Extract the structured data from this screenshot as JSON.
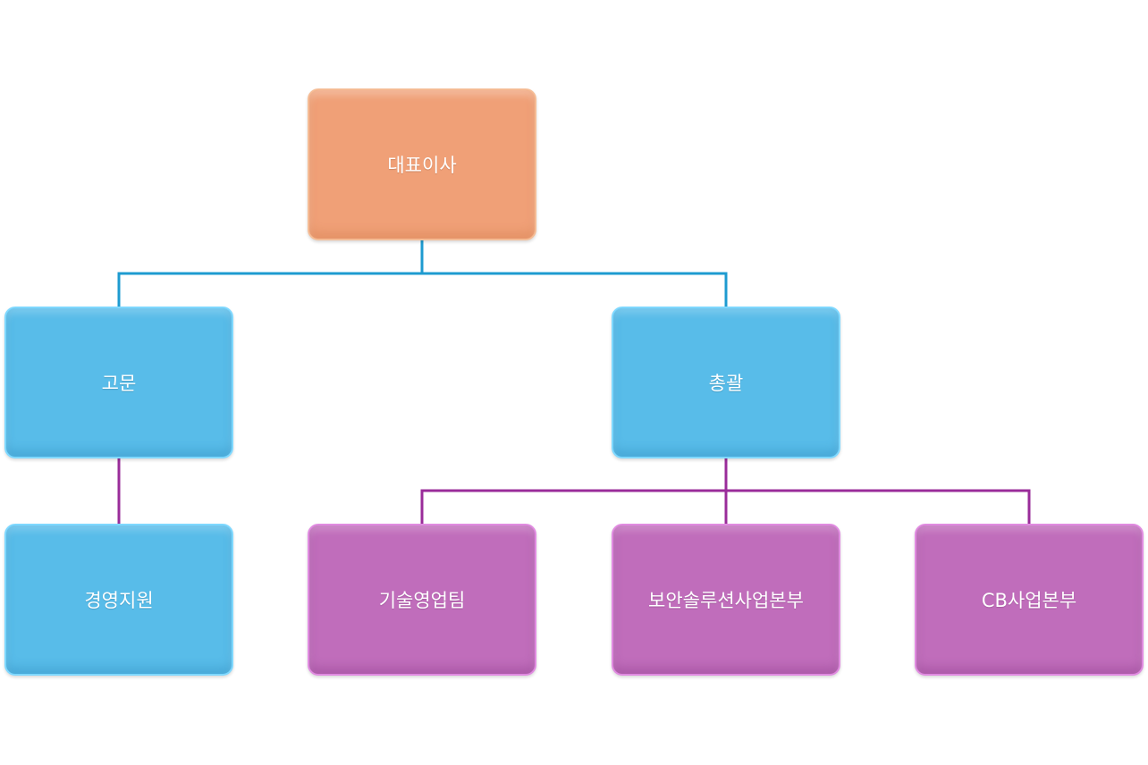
{
  "org_chart": {
    "colors": {
      "top": "#F0A077",
      "middle": "#58BCE9",
      "bottom": "#C06DBB",
      "line_blue": "#1E9BD0",
      "line_purple": "#9A2C9A"
    },
    "nodes": {
      "ceo": "대표이사",
      "advisor": "고문",
      "general": "총괄",
      "management_support": "경영지원",
      "tech_sales": "기술영업팀",
      "security_solutions": "보안솔루션사업본부",
      "cb_business": "CB사업본부"
    }
  }
}
